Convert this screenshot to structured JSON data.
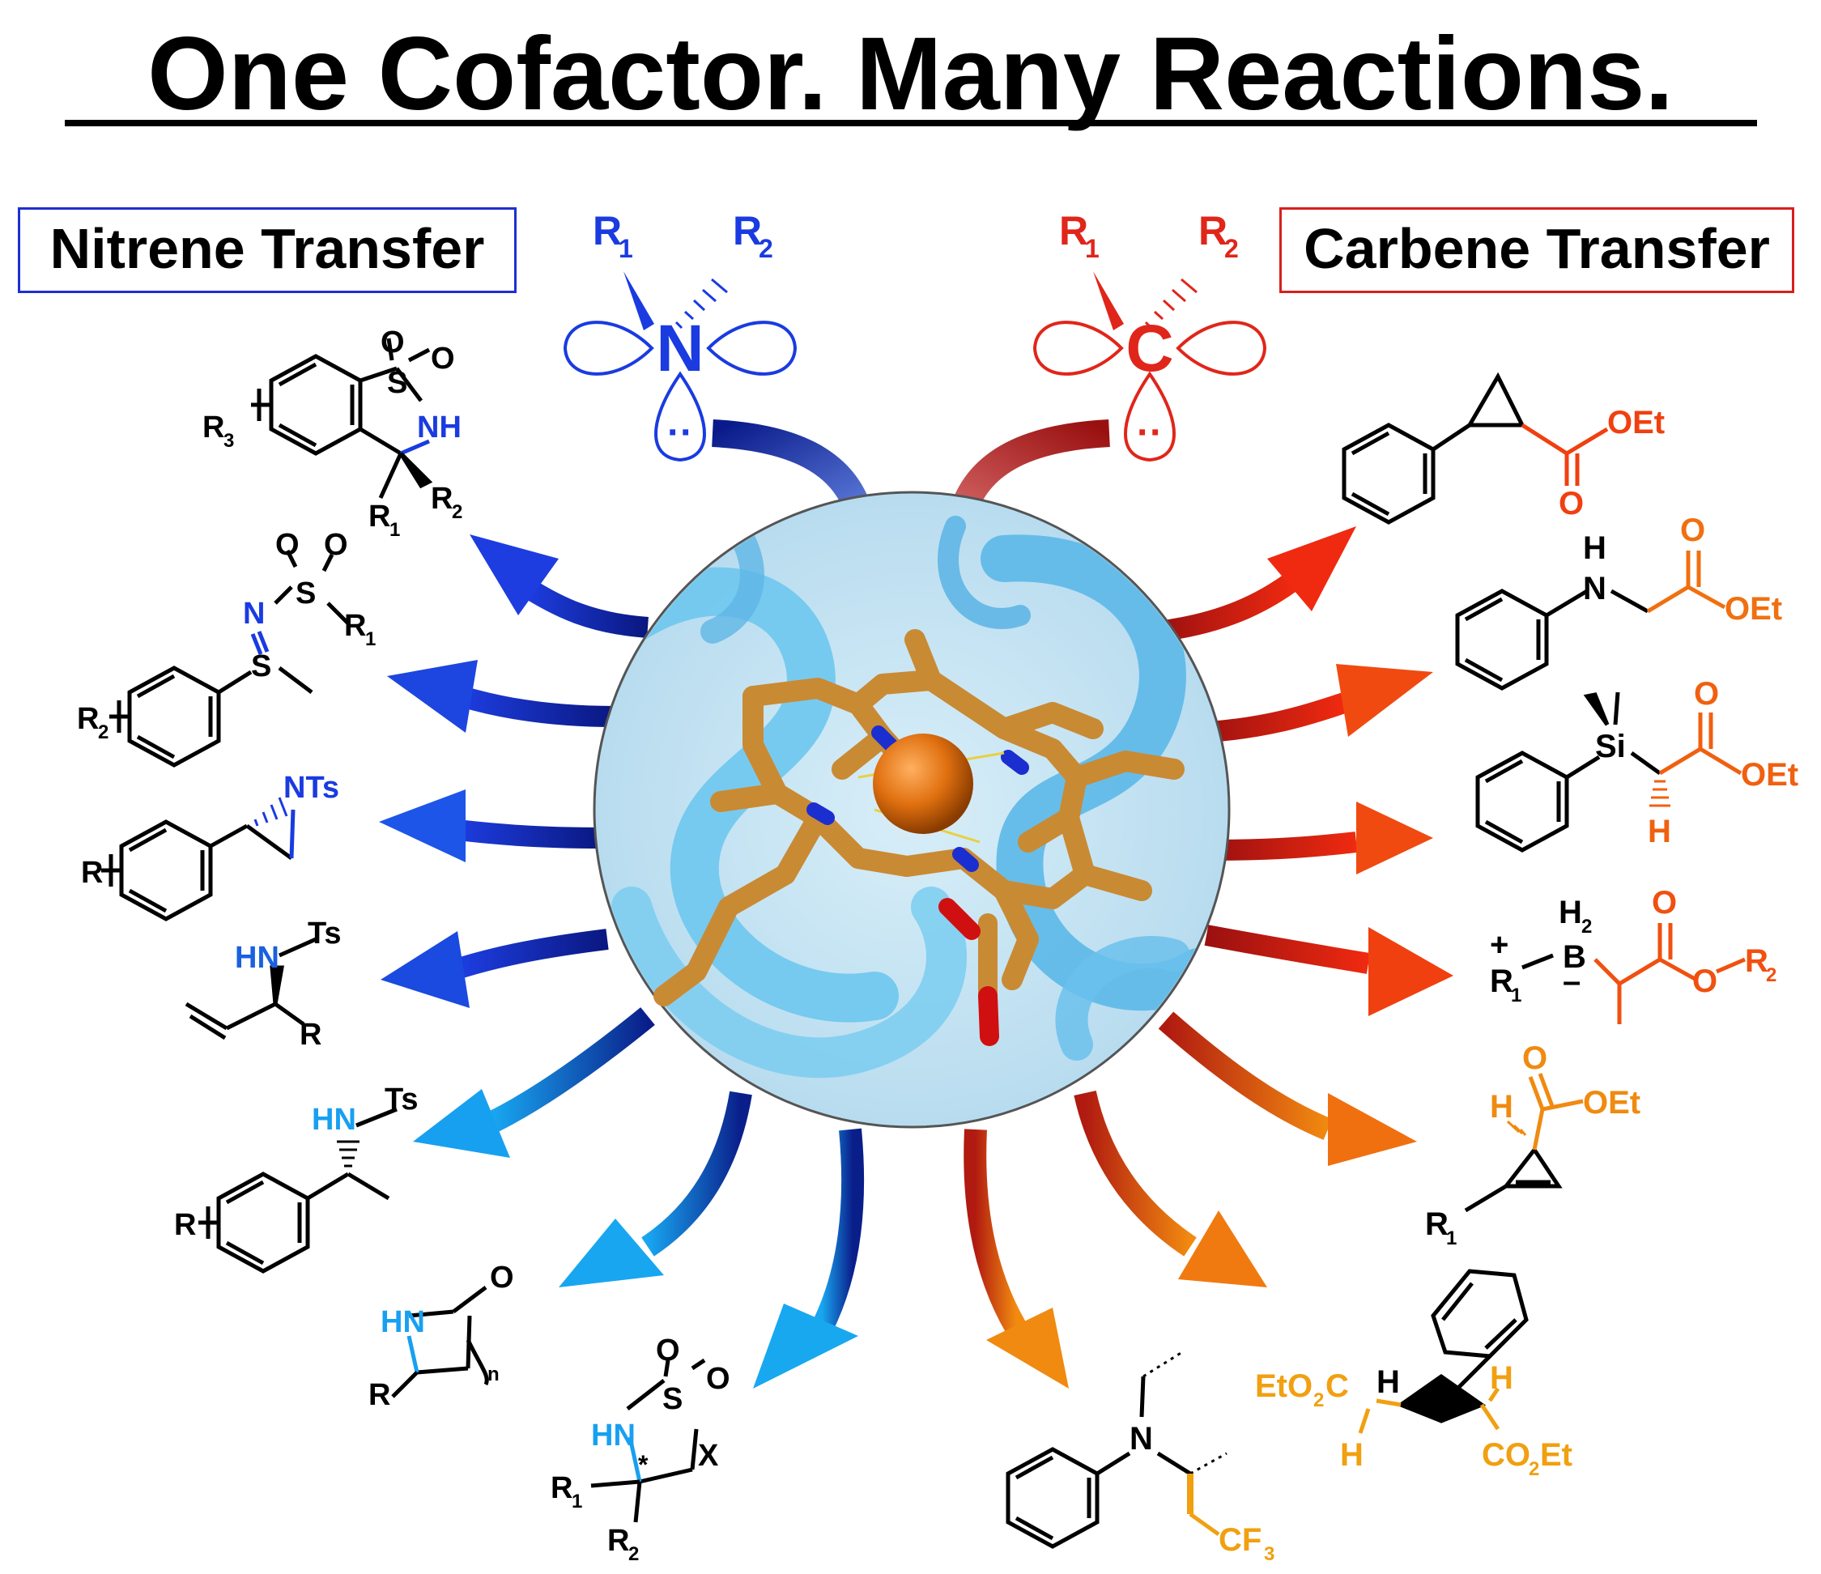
{
  "title": "One Cofactor. Many Reactions.",
  "left_label": "Nitrene Transfer",
  "right_label": "Carbene Transfer",
  "nitrene": {
    "atom": "N",
    "sub1": "R",
    "sub1_idx": "1",
    "sub2": "R",
    "sub2_idx": "2",
    "lone_pair": "··"
  },
  "carbene": {
    "atom": "C",
    "sub1": "R",
    "sub1_idx": "1",
    "sub2": "R",
    "sub2_idx": "2",
    "lone_pair": "··"
  },
  "colors": {
    "nitrene_blue": "#1a3be0",
    "nitrene_dark": "#0a1a8a",
    "nitrene_light": "#1aa0f0",
    "carbene_red": "#e0261a",
    "carbene_dark": "#9a1010",
    "carbene_orange": "#f08a10",
    "heme": "#d3963c",
    "iron": "#d96a10",
    "protein": "#6ec6ee"
  },
  "left_products": [
    {
      "labels": {
        "o1": "O",
        "o2": "O",
        "s": "S",
        "nh": "NH",
        "r3": "R",
        "r3i": "3",
        "r1": "R",
        "r1i": "1",
        "r2": "R",
        "r2i": "2"
      }
    },
    {
      "labels": {
        "o1": "O",
        "o2": "O",
        "s": "S",
        "r1": "R",
        "r1i": "1",
        "n": "N",
        "s2": "S",
        "r2": "R",
        "r2i": "2"
      }
    },
    {
      "labels": {
        "n": "NTs",
        "r": "R"
      }
    },
    {
      "labels": {
        "ts": "Ts",
        "hn": "HN",
        "r": "R"
      }
    },
    {
      "labels": {
        "ts": "Ts",
        "hn": "HN",
        "r": "R"
      }
    },
    {
      "labels": {
        "o": "O",
        "hn": "HN",
        "r": "R",
        "n": "n"
      }
    },
    {
      "labels": {
        "o1": "O",
        "o2": "O",
        "s": "S",
        "hn": "HN",
        "x": "X",
        "star": "*",
        "r1": "R",
        "r1i": "1",
        "r2": "R",
        "r2i": "2"
      }
    }
  ],
  "right_products": [
    {
      "labels": {
        "oet": "OEt",
        "o": "O"
      }
    },
    {
      "labels": {
        "h": "H",
        "n": "N",
        "o": "O",
        "oet": "OEt"
      }
    },
    {
      "labels": {
        "si": "Si",
        "o": "O",
        "oet": "OEt",
        "h": "H"
      }
    },
    {
      "labels": {
        "plus": "+",
        "r1": "R",
        "r1i": "1",
        "h2": "H",
        "h2i": "2",
        "b": "B",
        "minus": "–",
        "o": "O",
        "o2": "O",
        "r2": "R",
        "r2i": "2"
      }
    },
    {
      "labels": {
        "o": "O",
        "h": "H",
        "oet": "OEt",
        "r1": "R",
        "r1i": "1"
      }
    },
    {
      "labels": {
        "n": "N",
        "cf": "CF",
        "cfi": "3"
      }
    },
    {
      "labels": {
        "eto2c": "EtO",
        "eto2ci": "2",
        "eto2cc": "C",
        "h1": "H",
        "h2": "H",
        "h3": "H",
        "co2et": "CO",
        "co2eti": "2",
        "co2ete": "Et"
      }
    }
  ]
}
